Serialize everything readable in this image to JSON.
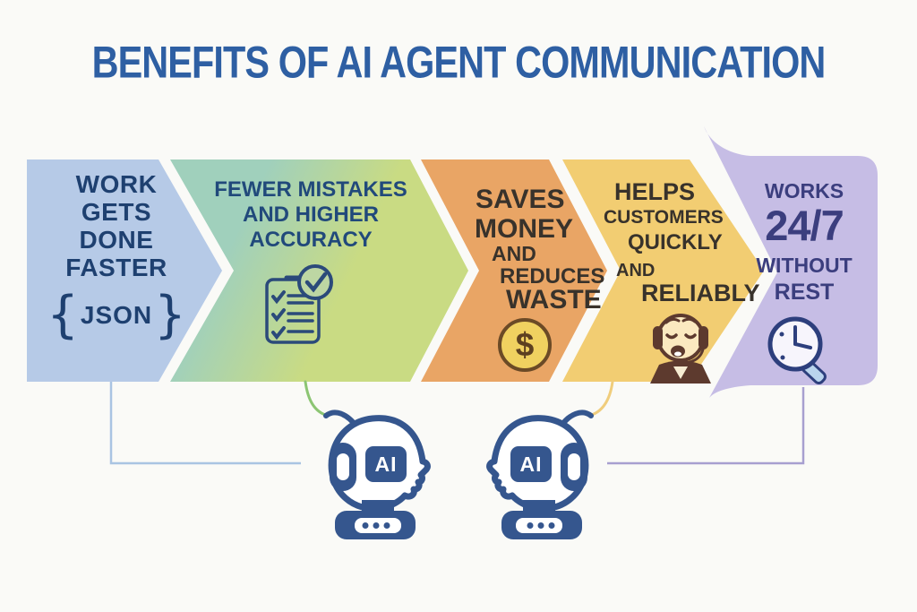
{
  "title": {
    "text": "BENEFITS OF AI AGENT COMMUNICATION",
    "color": "#2e5fa3"
  },
  "panels": [
    {
      "name": "work-gets-done-faster",
      "lines": [
        "WORK",
        "GETS",
        "DONE",
        "FASTER"
      ],
      "icon": "json-braces-icon",
      "icon_brace_open": "{",
      "icon_text": "JSON",
      "icon_brace_close": "}",
      "fill": "#b6cae7",
      "text_color": "#1e4070"
    },
    {
      "name": "fewer-mistakes-higher-accuracy",
      "lines": [
        "FEWER MISTAKES",
        "AND HIGHER",
        "ACCURACY"
      ],
      "icon": "checklist-icon",
      "fill_start": "#a0d0bc",
      "fill_end": "#c9db83",
      "text_color": "#21497b"
    },
    {
      "name": "saves-money-reduces-waste",
      "lines": [
        "SAVES",
        "MONEY",
        "AND",
        "REDUCES",
        "WASTE"
      ],
      "icon": "dollar-coin-icon",
      "icon_symbol": "$",
      "fill": "#e9a565",
      "text_color": "#38322b"
    },
    {
      "name": "helps-customers",
      "lines": [
        "HELPS",
        "CUSTOMERS",
        "QUICKLY",
        "AND",
        "RELIABLY"
      ],
      "icon": "support-agent-icon",
      "fill": "#f2cd72",
      "text_color": "#38322b"
    },
    {
      "name": "works-24-7",
      "lines": [
        "WORKS",
        "24/7",
        "WITHOUT",
        "REST"
      ],
      "icon": "clock-magnifier-icon",
      "fill": "#c6bde5",
      "text_color": "#3b3e7e"
    }
  ],
  "robots": {
    "left_label": "AI",
    "right_label": "AI",
    "color": "#35568e"
  },
  "connectors": {
    "left_line_color": "#a9c4e2",
    "green_curve_color": "#8cc573",
    "yellow_curve_color": "#f0cd7c",
    "right_line_color": "#a79fd0"
  }
}
